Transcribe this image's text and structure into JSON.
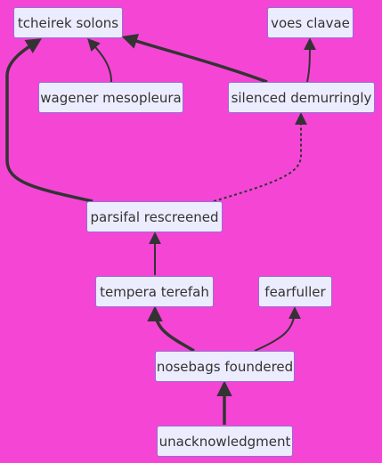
{
  "colors": {
    "background": "#f545d5",
    "node_fill": "#ececff",
    "node_border": "#9370db",
    "edge": "#333333",
    "text": "#333333"
  },
  "nodes": {
    "tcheirek": "tcheirek solons",
    "voes": "voes clavae",
    "wagener": "wagener mesopleura",
    "silenced": "silenced demurringly",
    "parsifal": "parsifal rescreened",
    "tempera": "tempera terefah",
    "fearfuller": "fearfuller",
    "nosebags": "nosebags foundered",
    "unack": "unacknowledgment"
  },
  "edges": [
    {
      "from": "unack",
      "to": "nosebags",
      "style": "thick"
    },
    {
      "from": "nosebags",
      "to": "tempera",
      "style": "thick"
    },
    {
      "from": "nosebags",
      "to": "fearfuller",
      "style": "normal"
    },
    {
      "from": "tempera",
      "to": "parsifal",
      "style": "normal"
    },
    {
      "from": "parsifal",
      "to": "tcheirek",
      "style": "thick"
    },
    {
      "from": "parsifal",
      "to": "silenced",
      "style": "dotted"
    },
    {
      "from": "wagener",
      "to": "tcheirek",
      "style": "normal"
    },
    {
      "from": "silenced",
      "to": "tcheirek",
      "style": "thick"
    },
    {
      "from": "silenced",
      "to": "voes",
      "style": "normal"
    }
  ]
}
